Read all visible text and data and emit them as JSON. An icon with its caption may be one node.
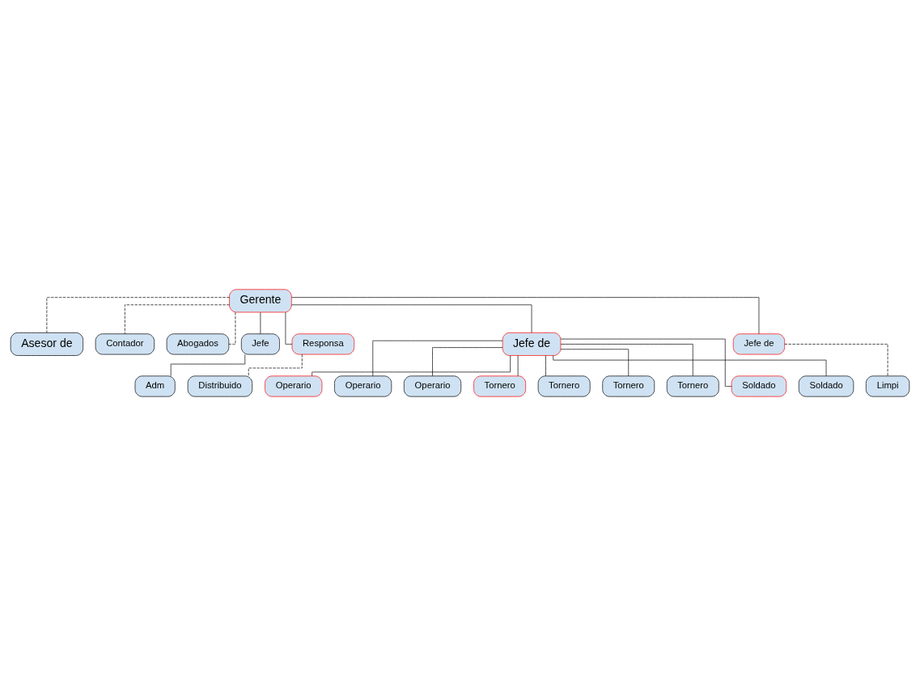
{
  "diagram": {
    "nodes": [
      {
        "text": [
          "Gerente"
        ]
      },
      {
        "text": [
          "Asesor de"
        ]
      },
      {
        "text": [
          "Contador"
        ]
      },
      {
        "text": [
          "Abogados"
        ]
      },
      {
        "text": [
          "Jefe"
        ]
      },
      {
        "text": [
          "Adm"
        ]
      },
      {
        "text": [
          "Responsa"
        ]
      },
      {
        "text": [
          "Distribuido"
        ]
      },
      {
        "text": [
          "Jefe de"
        ]
      },
      {
        "text": [
          "Jefe de"
        ]
      },
      {
        "text": [
          "Limpi"
        ]
      },
      {
        "text": [
          "Operario"
        ]
      },
      {
        "text": [
          "Operario"
        ]
      },
      {
        "text": [
          "Operario"
        ]
      },
      {
        "text": [
          "Tornero"
        ]
      },
      {
        "text": [
          "Tornero"
        ]
      },
      {
        "text": [
          "Tornero"
        ]
      },
      {
        "text": [
          "Tornero"
        ]
      },
      {
        "text": [
          "Soldado"
        ]
      },
      {
        "text": [
          "Soldado"
        ]
      }
    ],
    "edges": [
      {
        "from": 0,
        "to": 1,
        "arrow": "none",
        "style": "dashed"
      },
      {
        "from": 0,
        "to": 2,
        "arrow": "none",
        "style": "dashed"
      },
      {
        "from": 0,
        "to": 3,
        "arrow": "none",
        "style": "dashed"
      },
      {
        "from": 0,
        "to": 4,
        "arrow": "none"
      },
      {
        "from": 0,
        "to": 6,
        "arrow": "none"
      },
      {
        "from": 0,
        "to": 8,
        "arrow": "none"
      },
      {
        "from": 0,
        "to": 9,
        "arrow": "none"
      },
      {
        "from": 4,
        "to": 5,
        "arrow": "none"
      },
      {
        "from": 6,
        "to": 7,
        "arrow": "none",
        "style": "dashed"
      },
      {
        "from": 9,
        "to": 10,
        "arrow": "none",
        "style": "dashed"
      },
      {
        "from": 8,
        "to": 11,
        "arrow": "none"
      },
      {
        "from": 8,
        "to": 12,
        "arrow": "none"
      },
      {
        "from": 8,
        "to": 13,
        "arrow": "none"
      },
      {
        "from": 8,
        "to": 14,
        "arrow": "none"
      },
      {
        "from": 8,
        "to": 15,
        "arrow": "none"
      },
      {
        "from": 8,
        "to": 16,
        "arrow": "none"
      },
      {
        "from": 8,
        "to": 17,
        "arrow": "none"
      },
      {
        "from": 8,
        "to": 18,
        "arrow": "none"
      },
      {
        "from": 8,
        "to": 19,
        "arrow": "none"
      }
    ]
  }
}
